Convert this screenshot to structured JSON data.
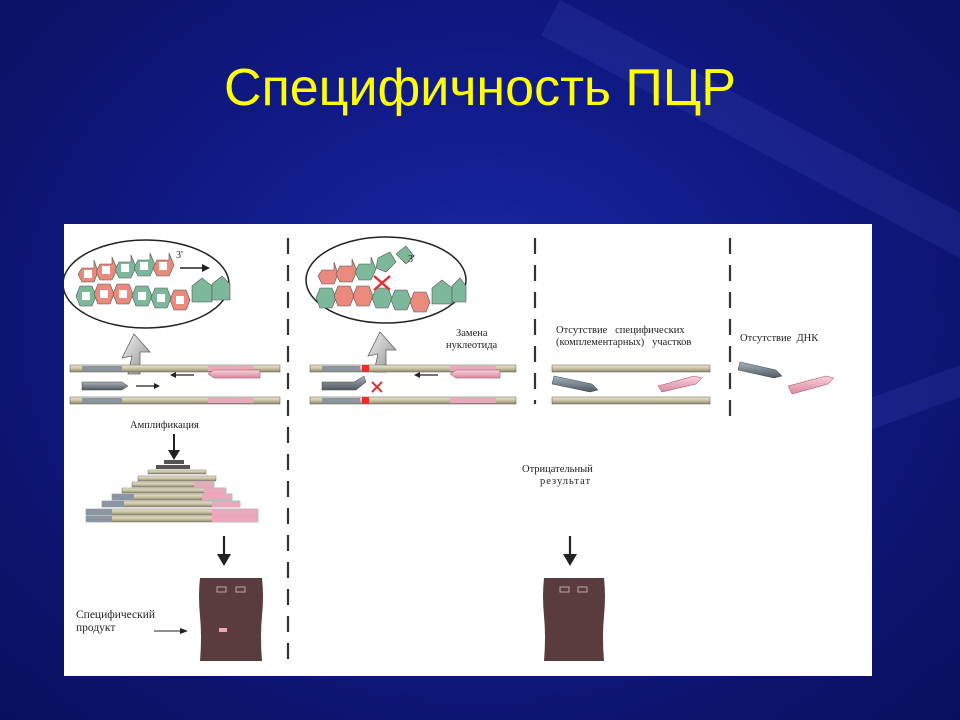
{
  "slide": {
    "title": "Специфичность ПЦР"
  },
  "diagram": {
    "labels": {
      "amplification": "Амплификация",
      "nucleotide_substitution_line1": "Замена",
      "nucleotide_substitution_line2": "нуклеотида",
      "no_specific_sites_line1": "Отсутствие   специфических",
      "no_specific_sites_line2": "(комплементарных)   участков",
      "no_dna": "Отсутствие  ДНК",
      "negative_result_line1": "Отрицательный",
      "negative_result_line2": "результат",
      "specific_product_line1": "Специфический",
      "specific_product_line2": "продукт",
      "primer_end": "3'"
    },
    "colors": {
      "background": "#101a86",
      "title": "#ffff00",
      "template_strand": "#c9c3a3",
      "primer_grey": "#6f7b86",
      "primer_pink": "#e8a9bc",
      "gel": "#5a3c3f",
      "mismatch": "#e03030",
      "base_pink": "#e98a7c",
      "base_green": "#7db89a"
    }
  }
}
